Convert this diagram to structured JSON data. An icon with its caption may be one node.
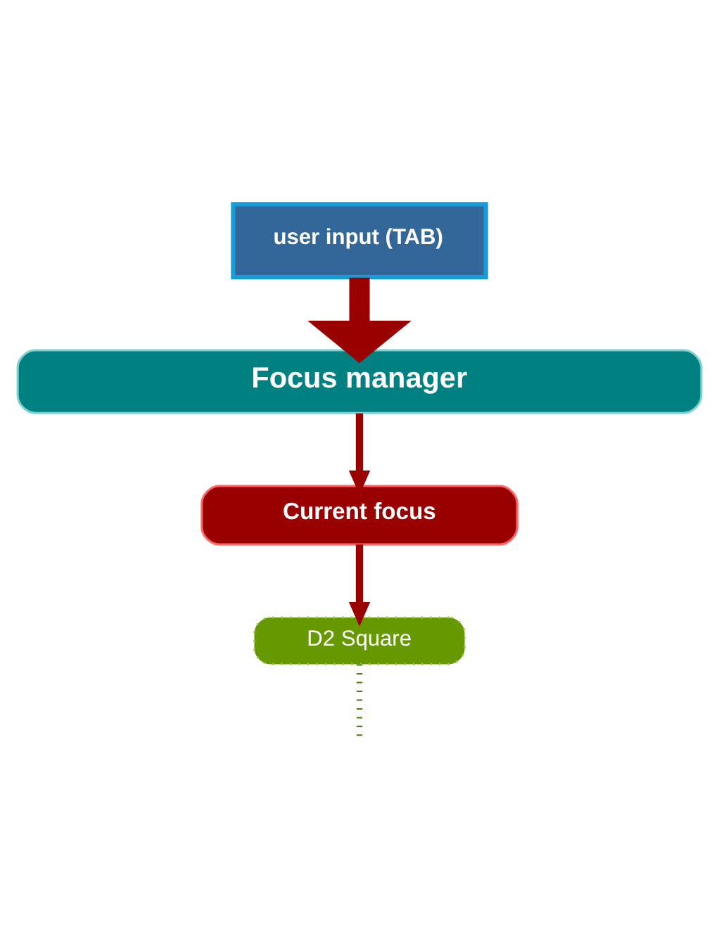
{
  "diagram": {
    "nodes": [
      {
        "text": [
          "user input (TAB)"
        ]
      },
      {
        "text": [
          "Focus manager"
        ]
      },
      {
        "text": [
          "Current focus"
        ]
      },
      {
        "text": [
          "D2 Square"
        ]
      }
    ],
    "edges": [
      {
        "from": 0,
        "to": 1,
        "arrow": "to",
        "style": "thick"
      },
      {
        "from": 1,
        "to": 2,
        "arrow": "to"
      },
      {
        "from": 2,
        "to": 3,
        "arrow": "to"
      },
      {
        "from": 3,
        "to": null,
        "arrow": "none",
        "style": "dashed",
        "color": "#4f7a1a"
      }
    ]
  }
}
